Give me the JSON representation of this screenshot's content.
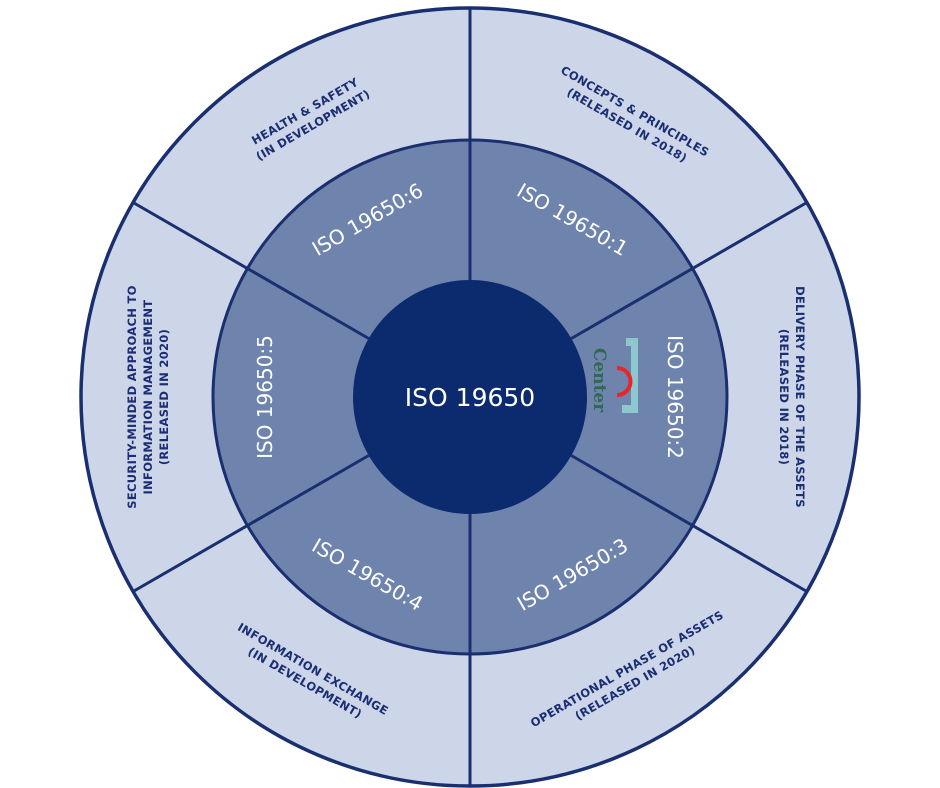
{
  "title": "ISO 19650",
  "colors": {
    "outer_ring": "#cdd6e8",
    "middle_ring": "#6f84ad",
    "center": "#0c2b6e",
    "stroke": "#1a2f70",
    "label_text": "#1b2e74"
  },
  "segments": [
    {
      "part": "ISO 19650:1",
      "lines": [
        "CONCEPTS & PRINCIPLES",
        "(RELEASED IN 2018)"
      ]
    },
    {
      "part": "ISO 19650:2",
      "lines": [
        "DELIVERY PHASE OF THE ASSETS",
        "(RELEASED IN 2018)"
      ]
    },
    {
      "part": "ISO 19650:3",
      "lines": [
        "OPERATIONAL PHASE OF ASSETS",
        "(RELEASED IN 2020)"
      ]
    },
    {
      "part": "ISO 19650:4",
      "lines": [
        "INFORMATION EXCHANGE",
        "(IN DEVELOPMENT)"
      ]
    },
    {
      "part": "ISO 19650:5",
      "lines": [
        "SECURITY-MINDED APPROACH TO",
        "INFORMATION MANAGEMENT",
        "(RELEASED IN 2020)"
      ]
    },
    {
      "part": "ISO 19650:6",
      "lines": [
        "HEALTH & SAFETY",
        "(IN DEVELOPMENT)"
      ]
    }
  ],
  "logo": {
    "text": "Center"
  }
}
